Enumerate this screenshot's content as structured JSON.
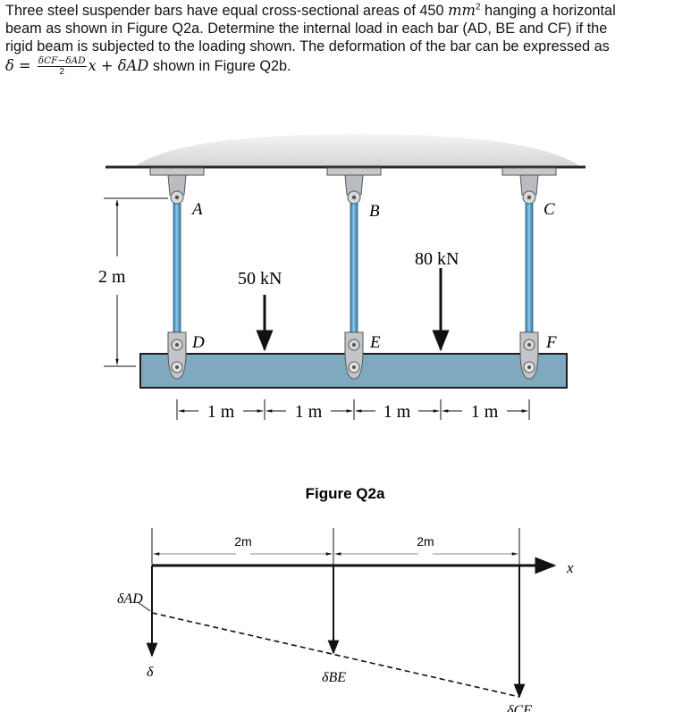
{
  "problem": {
    "line1_a": "Three steel suspender bars have equal cross-sectional areas of 450 ",
    "line1_unit": "mm",
    "line1_sup": "2",
    "line1_b": " hanging a horizontal",
    "line2": "beam as shown in Figure Q2a. Determine the internal load in each bar (AD, BE and CF) if the",
    "line3": "rigid beam is subjected to the loading shown. The deformation of the bar can be expressed as",
    "formula_lhs": "δ = ",
    "formula_num": "δCF−δAD",
    "formula_den": "2",
    "formula_rest": "x + δAD",
    "line4_tail": " shown in Figure Q2b."
  },
  "figure_a": {
    "caption": "Figure Q2a",
    "height_label": "2 m",
    "point_A": "A",
    "point_B": "B",
    "point_C": "C",
    "point_D": "D",
    "point_E": "E",
    "point_F": "F",
    "load_1": "50 kN",
    "load_2": "80 kN",
    "span_1": "1 m",
    "span_2": "1 m",
    "span_3": "1 m",
    "span_4": "1 m",
    "colors": {
      "beam": "#7fa9bf",
      "rod": "#4d9ccf",
      "ceiling": "#d4d4d4",
      "bracket": "#b9bcc0"
    }
  },
  "figure_b": {
    "span_1": "2m",
    "span_2": "2m",
    "axis_x": "x",
    "delta_AD": "δAD",
    "delta": "δ",
    "delta_BE": "δBE",
    "delta_CF": "δCF"
  }
}
